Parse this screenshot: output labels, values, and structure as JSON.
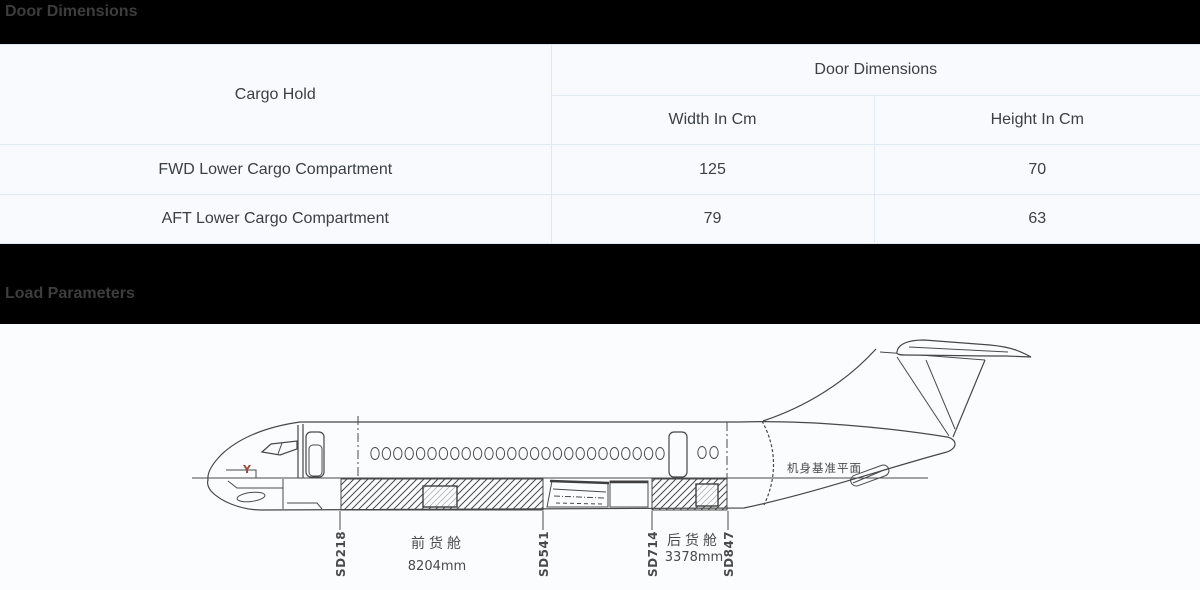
{
  "section_bars": {
    "door_dimensions": "Door Dimensions",
    "load_parameters": "Load Parameters"
  },
  "table": {
    "cargo_hold_header": "Cargo Hold",
    "door_dimensions_header": "Door Dimensions",
    "width_header": "Width In Cm",
    "height_header": "Height In Cm",
    "rows": [
      {
        "cargo_hold": "FWD Lower Cargo Compartment",
        "width_cm": "125",
        "height_cm": "70"
      },
      {
        "cargo_hold": "AFT Lower Cargo Compartment",
        "width_cm": "79",
        "height_cm": "63"
      }
    ]
  },
  "diagram": {
    "datum_plane_label": "机身基准平面",
    "stations": [
      "SD218",
      "SD541",
      "SD714",
      "SD847"
    ],
    "forward_hold": {
      "name": "前货舱",
      "length": "8204mm"
    },
    "aft_hold": {
      "name": "后货舱",
      "length": "3378mm"
    },
    "nose_axis_marker": "Y",
    "cabin_window_count": 26
  },
  "colors": {
    "bar_background": "#000000",
    "bar_text": "#3d3d3d",
    "table_background": "#f8fafd",
    "table_border": "#dfe8f3",
    "table_text": "#3b4046",
    "drawing_line": "#474747",
    "nose_marker": "#9c4a3c"
  }
}
